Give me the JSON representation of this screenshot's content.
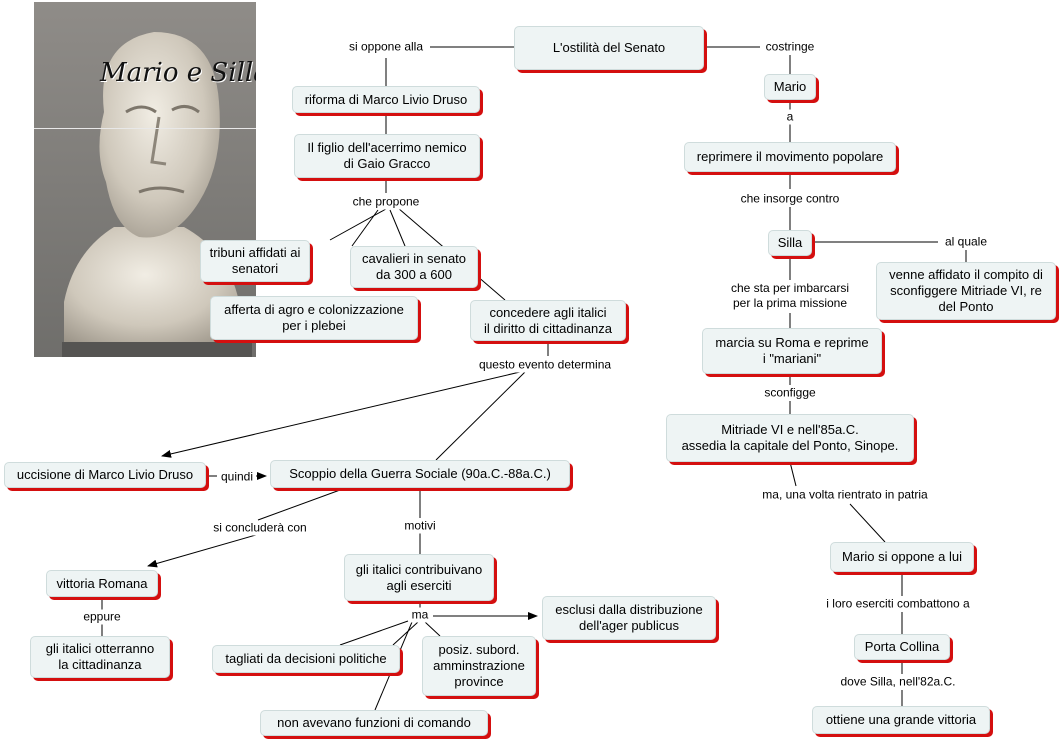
{
  "portrait": {
    "title": "Mario e Silla"
  },
  "nodes": {
    "ostilita": "L'ostilità del Senato",
    "riforma": "riforma di Marco Livio Druso",
    "figlio": "Il figlio dell'acerrimo nemico\ndi Gaio Gracco",
    "tribuni": "tribuni affidati ai\nsenatori",
    "cavalieri": "cavalieri in senato\nda 300 a 600",
    "afferta": "afferta di agro e colonizzazione\nper i plebei",
    "concedere": "concedere agli italici\nil diritto di cittadinanza",
    "uccisione": "uccisione di Marco Livio Druso",
    "scoppio": "Scoppio della Guerra Sociale (90a.C.-88a.C.)",
    "vittoria": "vittoria Romana",
    "otterranno": "gli italici otterranno\nla cittadinanza",
    "contribuivano": "gli italici contribuivano\nagli eserciti",
    "esclusi": "esclusi dalla distribuzione\ndell'ager publicus",
    "tagliati": "tagliati da decisioni politiche",
    "posiz": "posiz. subord.\namminstrazione\nprovince",
    "nonavevano": "non avevano funzioni di comando",
    "mario": "Mario",
    "reprimere": "reprimere il movimento popolare",
    "silla": "Silla",
    "venne": "venne affidato il compito di\nsconfiggere Mitriade VI, re\ndel Ponto",
    "marcia": "marcia su Roma e reprime\ni \"mariani\"",
    "mitriade": "Mitriade VI e nell'85a.C.\nassedia la capitale del Ponto, Sinope.",
    "mario_oppone": "Mario si oppone a lui",
    "porta": "Porta Collina",
    "vittoria_grande": "ottiene una grande vittoria"
  },
  "labels": {
    "si_oppone": "si oppone alla",
    "costringe": "costringe",
    "che_propone": "che propone",
    "questo_evento": "questo evento determina",
    "quindi": "quindi",
    "si_concludera": "si concluderà con",
    "motivi": "motivi",
    "eppure": "eppure",
    "ma": "ma",
    "a": "a",
    "che_insorge": "che insorge contro",
    "al_quale": "al quale",
    "che_sta": "che sta per imbarcarsi\nper la prima missione",
    "sconfigge": "sconfigge",
    "ma_una_volta": "ma, una volta rientrato in patria",
    "i_loro": "i loro eserciti combattono a",
    "dove_silla": "dove Silla, nell'82a.C."
  },
  "colors": {
    "node_fill": "#eef4f4",
    "node_shadow": "#d40f0f",
    "line": "#000000"
  }
}
